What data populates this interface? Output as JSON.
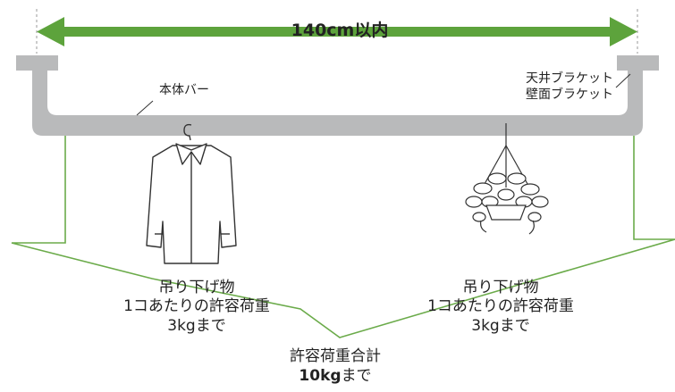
{
  "width_label": "140cm以内",
  "labels": {
    "body_bar": "本体バー",
    "ceiling_bracket": "天井ブラケット",
    "wall_bracket": "壁面ブラケット"
  },
  "loads": [
    {
      "line1": "吊り下げ物",
      "line2": "1コあたりの許容荷重",
      "line3": "3kgまで"
    },
    {
      "line1": "吊り下げ物",
      "line2": "1コあたりの許容荷重",
      "line3": "3kgまで"
    }
  ],
  "total": {
    "line1": "許容荷重合計",
    "value": "10kg",
    "suffix": "まで"
  },
  "colors": {
    "arrow": "#5da33c",
    "bar": "#b9babb",
    "bracket_line": "#6bab4a",
    "guide": "#999999"
  },
  "icons": [
    "shirt-on-hanger-icon",
    "hanging-plant-icon"
  ]
}
